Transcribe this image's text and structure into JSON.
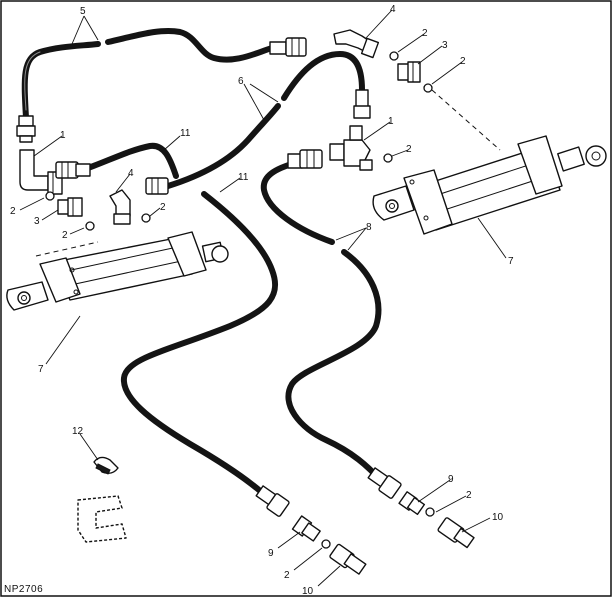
{
  "figure_id": "NP2706",
  "callouts": {
    "c1a": "1",
    "c1b": "1",
    "c2a": "2",
    "c2b": "2",
    "c2c": "2",
    "c2d": "2",
    "c2e": "2",
    "c2f": "2",
    "c2g": "2",
    "c2h": "2",
    "c3a": "3",
    "c3b": "3",
    "c4a": "4",
    "c4b": "4",
    "c5": "5",
    "c6": "6",
    "c7a": "7",
    "c7b": "7",
    "c8": "8",
    "c9a": "9",
    "c9b": "9",
    "c10a": "10",
    "c10b": "10",
    "c11a": "11",
    "c11b": "11",
    "c12": "12"
  }
}
